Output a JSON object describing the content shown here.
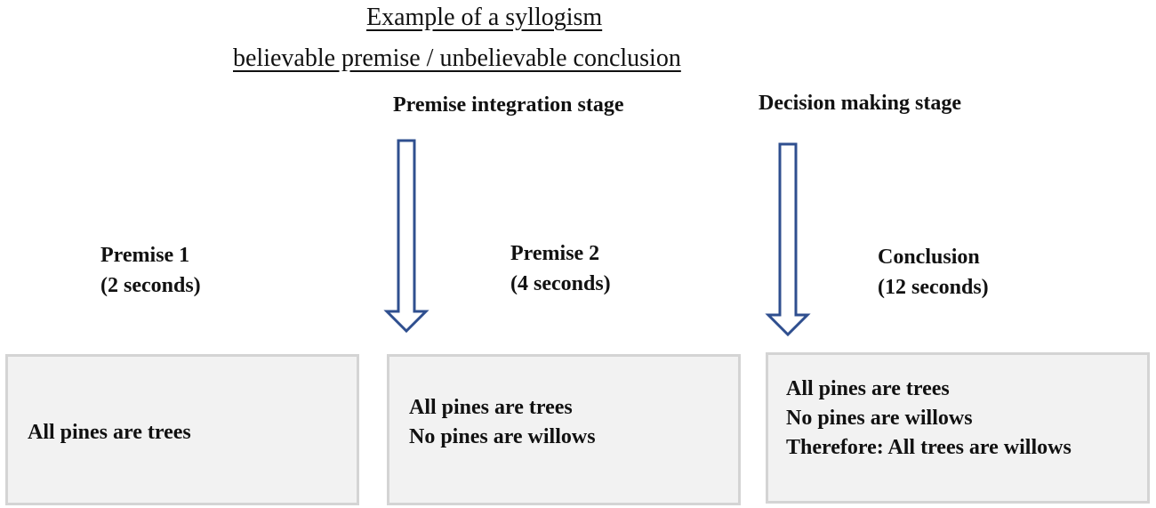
{
  "header": {
    "title": "Example of  a  syllogism",
    "subtitle": "believable premise / unbelievable conclusion"
  },
  "stages": {
    "integration": "Premise integration stage",
    "decision": "Decision making stage"
  },
  "steps": [
    {
      "name": "Premise 1",
      "duration": "(2 seconds)",
      "lines": [
        "All pines are trees"
      ]
    },
    {
      "name": "Premise 2",
      "duration": "(4 seconds)",
      "lines": [
        "All pines are trees",
        "No pines are willows"
      ]
    },
    {
      "name": "Conclusion",
      "duration": "(12 seconds)",
      "lines": [
        "All pines are trees",
        "No pines are willows",
        "Therefore: All trees are willows"
      ]
    }
  ],
  "colors": {
    "arrow": "#2f4f8f",
    "box_fill": "#f2f2f2",
    "box_border": "#d4d4d4"
  },
  "icons": {
    "stage_arrow": "down-arrow-icon"
  }
}
